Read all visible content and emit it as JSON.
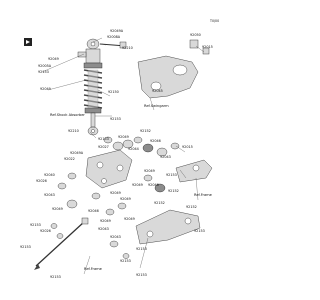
{
  "diagram_code": "T0/00",
  "references": {
    "shock_absorber": "Ref.Shock Absorber",
    "swingarm": "Ref.Swingarm",
    "frame_right": "Ref.Frame",
    "frame_bottom": "Ref.Frame"
  },
  "callouts": {
    "c92049a": "92049A",
    "c92008a": "92008A",
    "c92210": "92210",
    "c92049": "92049",
    "c92005a": "92005A",
    "c92153": "92153",
    "c92150": "92150",
    "c92049b": "92049",
    "c92015": "92015",
    "c92050": "92050",
    "c92045": "92045",
    "c92153b": "92153",
    "c92153c": "92153",
    "c92210b": "92210",
    "c92152": "92152",
    "c92049c": "92049",
    "c92049a2": "92049A",
    "c92022": "92022",
    "c92046": "92046",
    "c92043": "92043",
    "c92040": "92040",
    "c92026": "92026",
    "c92027": "92027",
    "c92044": "92044",
    "c92015b": "92015",
    "c92049d": "92049",
    "c92046b": "92046",
    "c92153d": "92153",
    "c92049e": "92049",
    "c92049f": "92049",
    "c92152b": "92152",
    "c92043b": "92043",
    "c92049g": "92049",
    "c92152c": "92152",
    "c92049h": "92049",
    "c92046c": "92046",
    "c92049i": "92049",
    "c92049j": "92049",
    "c92153e": "92153",
    "c92026b": "92026",
    "c92043c": "92043",
    "c92153f": "92153",
    "c92152d": "92152",
    "c92153g": "92153",
    "c92043d": "92043",
    "c92153h": "92153",
    "c92153i": "92153",
    "c92153j": "92153",
    "c92153k": "92153"
  }
}
